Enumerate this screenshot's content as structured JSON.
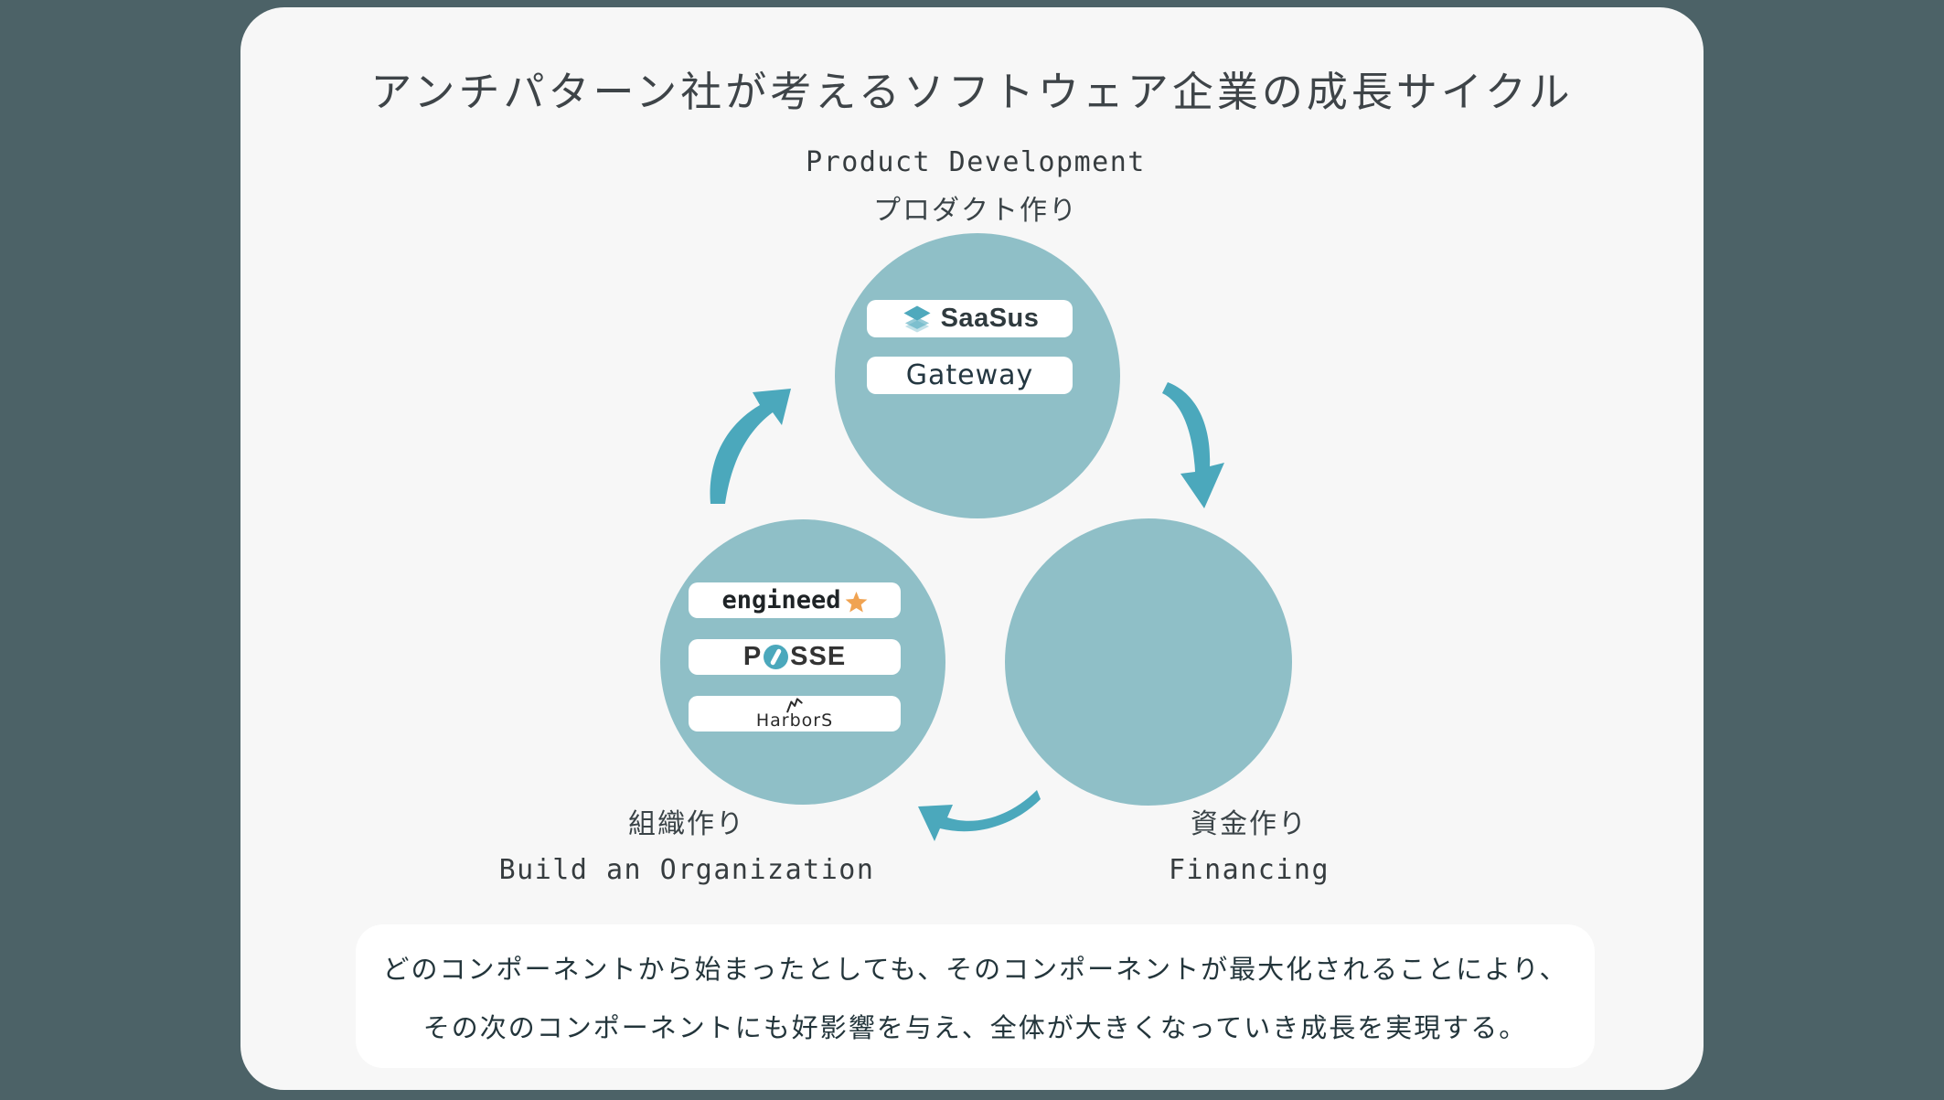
{
  "title": "アンチパターン社が考えるソフトウェア企業の成長サイクル",
  "cycle": {
    "product": {
      "label_en": "Product Development",
      "label_ja": "プロダクト作り",
      "badges": {
        "saasus": "SaaSus",
        "gateway": "Gateway"
      }
    },
    "organization": {
      "label_ja": "組織作り",
      "label_en": "Build an Organization",
      "badges": {
        "engineed": "engineed",
        "posse_p": "P",
        "posse_sse": "SSE",
        "harbors": "HarborS"
      }
    },
    "financing": {
      "label_ja": "資金作り",
      "label_en": "Financing"
    }
  },
  "footer": {
    "line1": "どのコンポーネントから始まったとしても、そのコンポーネントが最大化されることにより、",
    "line2": "その次のコンポーネントにも好影響を与え、全体が大きくなっていき成長を実現する。"
  },
  "icons": {
    "saasus": "layers-diamond-icon",
    "engineed": "star-icon",
    "posse": "slashed-o-icon",
    "harbors": "mountain-ridge-icon",
    "flow": "curved-arrow-icon"
  },
  "colors": {
    "page_background": "#4C6267",
    "card_background": "#F7F7F7",
    "circle_fill": "#8FBFC7",
    "arrow_fill": "#4BA8BC",
    "saasus_teal": "#4FA9BD",
    "star_orange": "#F0A352",
    "title_text": "#3E4448",
    "footer_text": "#23353B"
  }
}
